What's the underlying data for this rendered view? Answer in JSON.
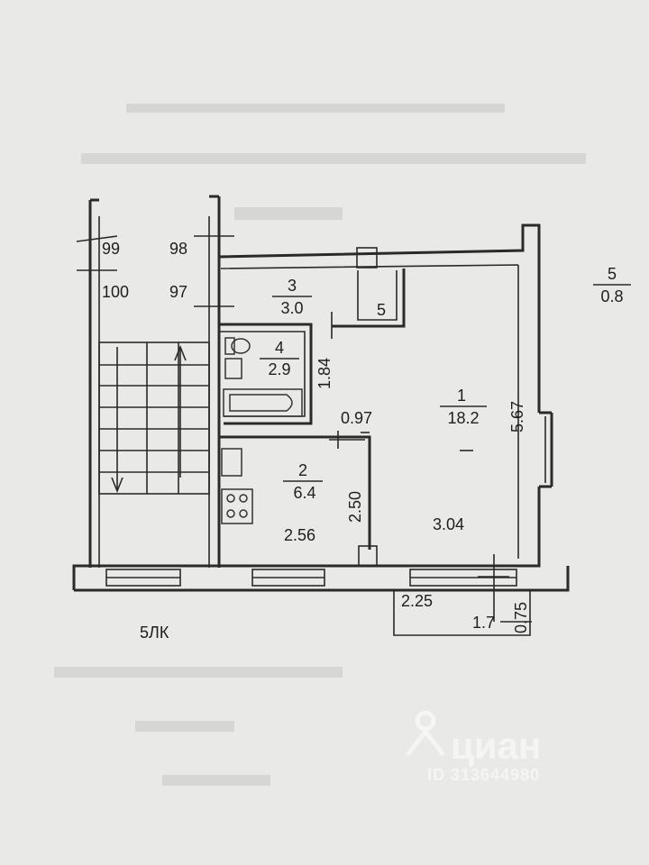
{
  "stair_numbers": [
    "99",
    "98",
    "100",
    "97"
  ],
  "rooms": [
    {
      "id": "1",
      "number": "1",
      "area": "18.2"
    },
    {
      "id": "2",
      "number": "2",
      "area": "6.4"
    },
    {
      "id": "3",
      "number": "3",
      "area": "3.0"
    },
    {
      "id": "4",
      "number": "4",
      "area": "2.9"
    }
  ],
  "closet_number": "5",
  "balcony": {
    "number": "5",
    "area": "0.8",
    "width": "1.7",
    "depth": "0.75"
  },
  "dimensions": {
    "room1_length": "5.67",
    "room1_width": "3.04",
    "kitchen_width": "2.56",
    "kitchen_length": "2.50",
    "bath_length": "1.84",
    "corridor_width": "0.97",
    "window_offset": "2.25"
  },
  "section_label": "5ЛК",
  "watermark": {
    "brand": "циан",
    "id": "ID 313644980"
  }
}
